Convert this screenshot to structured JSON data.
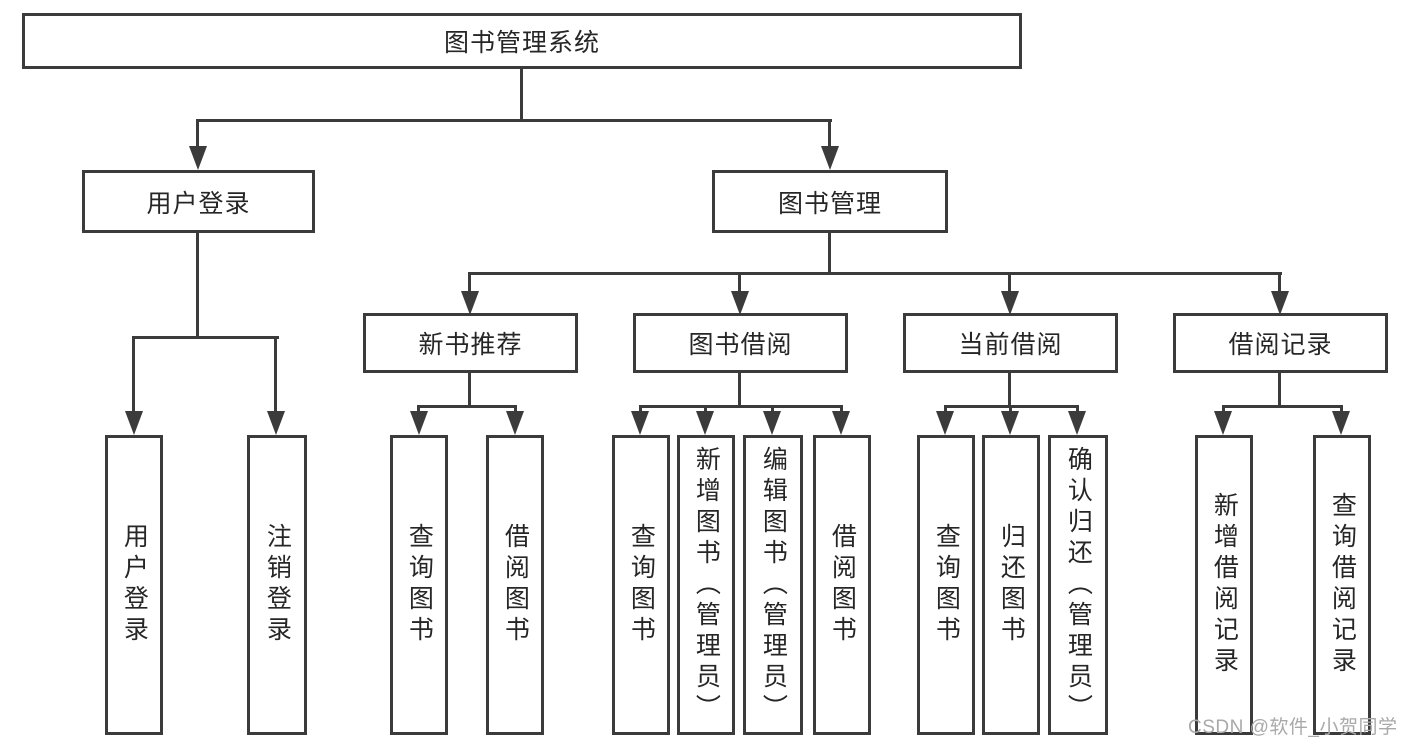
{
  "diagram": {
    "root": {
      "label": "图书管理系统"
    },
    "level2": [
      {
        "label": "用户登录",
        "children": [
          {
            "label": "用户登录"
          },
          {
            "label": "注销登录"
          }
        ]
      },
      {
        "label": "图书管理",
        "children": [
          {
            "label": "新书推荐",
            "children": [
              {
                "label": "查询图书"
              },
              {
                "label": "借阅图书"
              }
            ]
          },
          {
            "label": "图书借阅",
            "children": [
              {
                "label": "查询图书"
              },
              {
                "label": "新增图书（管理员）"
              },
              {
                "label": "编辑图书（管理员）"
              },
              {
                "label": "借阅图书"
              }
            ]
          },
          {
            "label": "当前借阅",
            "children": [
              {
                "label": "查询图书"
              },
              {
                "label": "归还图书"
              },
              {
                "label": "确认归还（管理员）"
              }
            ]
          },
          {
            "label": "借阅记录",
            "children": [
              {
                "label": "新增借阅记录"
              },
              {
                "label": "查询借阅记录"
              }
            ]
          }
        ]
      }
    ]
  },
  "watermark": {
    "text": "CSDN @软件_小贺同学"
  },
  "colors": {
    "line": "#3b3b3b",
    "text": "#262626",
    "background": "#ffffff",
    "watermark": "#a9a9a9"
  }
}
